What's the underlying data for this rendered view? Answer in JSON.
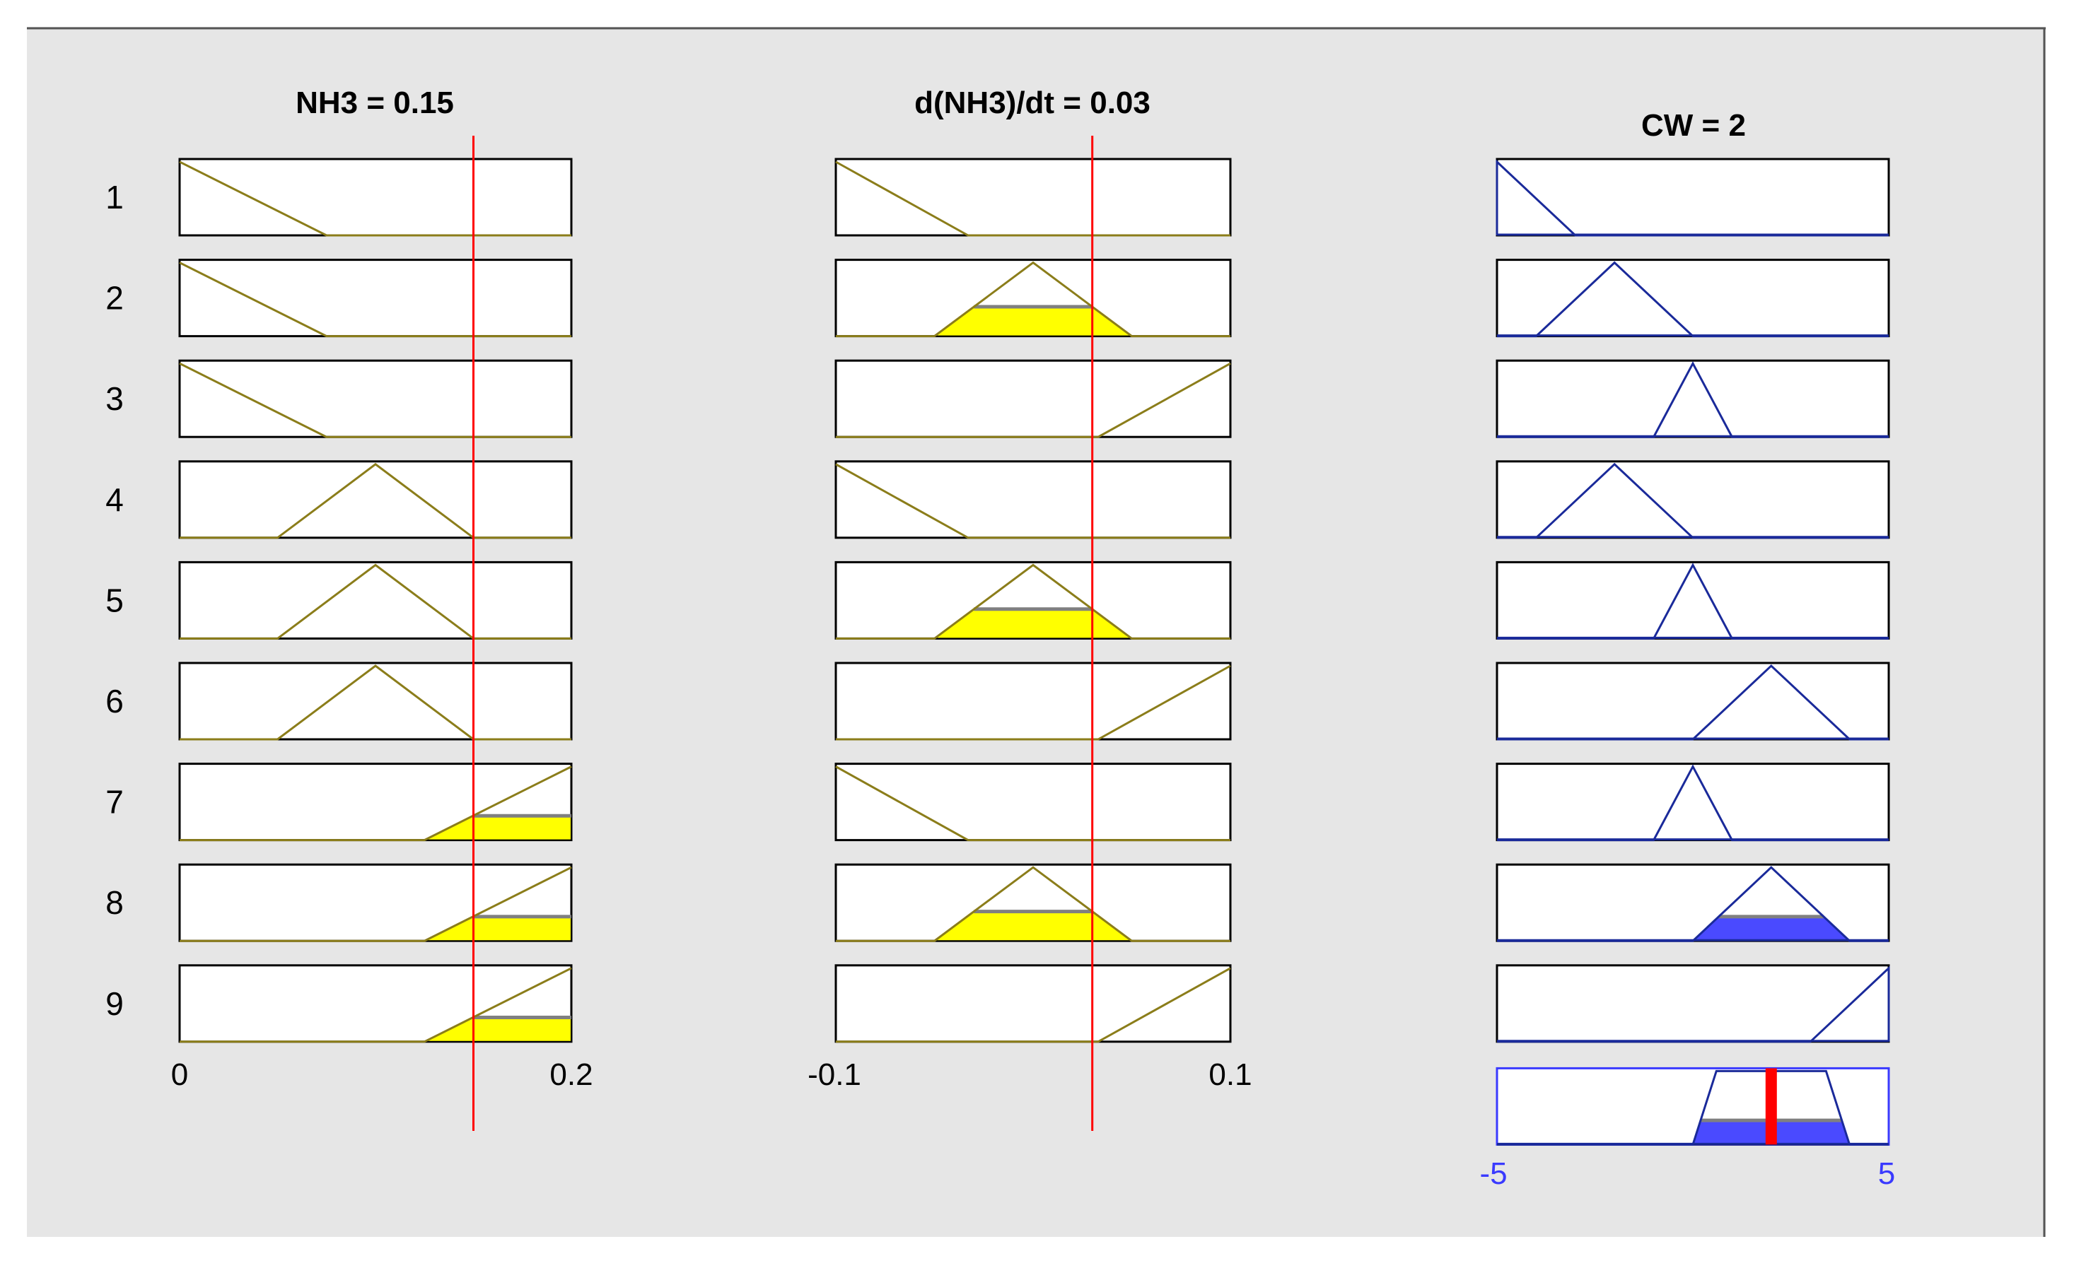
{
  "panels": {
    "input1": {
      "title": "NH3 = 0.15",
      "value": 0.15,
      "range": [
        0,
        0.2
      ],
      "tick_labels": [
        "0",
        "0.2"
      ]
    },
    "input2": {
      "title": "d(NH3)/dt = 0.03",
      "value": 0.03,
      "range": [
        -0.1,
        0.1
      ],
      "tick_labels": [
        "-0.1",
        "0.1"
      ]
    },
    "output": {
      "title": "CW = 2",
      "value": 2,
      "range": [
        -5,
        5
      ],
      "tick_labels": [
        "-5",
        "5"
      ]
    }
  },
  "rule_labels": [
    "1",
    "2",
    "3",
    "4",
    "5",
    "6",
    "7",
    "8",
    "9"
  ],
  "rules": [
    {
      "in1": {
        "shape": "zmf",
        "params": [
          0,
          0.075
        ]
      },
      "in1_fire": 0,
      "in2": {
        "shape": "zmf",
        "params": [
          -0.1,
          -0.033
        ]
      },
      "in2_fire": 0,
      "out": {
        "shape": "tri",
        "params": [
          -5,
          -5,
          -3
        ]
      },
      "out_fire": 0
    },
    {
      "in1": {
        "shape": "zmf",
        "params": [
          0,
          0.075
        ]
      },
      "in1_fire": 0,
      "in2": {
        "shape": "tri",
        "params": [
          -0.05,
          0,
          0.05
        ]
      },
      "in2_fire": 0.4,
      "out": {
        "shape": "tri",
        "params": [
          -4,
          -2,
          0
        ]
      },
      "out_fire": 0
    },
    {
      "in1": {
        "shape": "zmf",
        "params": [
          0,
          0.075
        ]
      },
      "in1_fire": 0,
      "in2": {
        "shape": "smf",
        "params": [
          0.033,
          0.1
        ]
      },
      "in2_fire": 0,
      "out": {
        "shape": "tri",
        "params": [
          -1,
          0,
          1
        ]
      },
      "out_fire": 0
    },
    {
      "in1": {
        "shape": "tri",
        "params": [
          0.05,
          0.1,
          0.15
        ]
      },
      "in1_fire": 0,
      "in2": {
        "shape": "zmf",
        "params": [
          -0.1,
          -0.033
        ]
      },
      "in2_fire": 0,
      "out": {
        "shape": "tri",
        "params": [
          -4,
          -2,
          0
        ]
      },
      "out_fire": 0
    },
    {
      "in1": {
        "shape": "tri",
        "params": [
          0.05,
          0.1,
          0.15
        ]
      },
      "in1_fire": 0,
      "in2": {
        "shape": "tri",
        "params": [
          -0.05,
          0,
          0.05
        ]
      },
      "in2_fire": 0.4,
      "out": {
        "shape": "tri",
        "params": [
          -1,
          0,
          1
        ]
      },
      "out_fire": 0
    },
    {
      "in1": {
        "shape": "tri",
        "params": [
          0.05,
          0.1,
          0.15
        ]
      },
      "in1_fire": 0,
      "in2": {
        "shape": "smf",
        "params": [
          0.033,
          0.1
        ]
      },
      "in2_fire": 0,
      "out": {
        "shape": "tri",
        "params": [
          0,
          2,
          4
        ]
      },
      "out_fire": 0
    },
    {
      "in1": {
        "shape": "smf",
        "params": [
          0.125,
          0.2
        ]
      },
      "in1_fire": 0.33,
      "in2": {
        "shape": "zmf",
        "params": [
          -0.1,
          -0.033
        ]
      },
      "in2_fire": 0,
      "out": {
        "shape": "tri",
        "params": [
          -1,
          0,
          1
        ]
      },
      "out_fire": 0
    },
    {
      "in1": {
        "shape": "smf",
        "params": [
          0.125,
          0.2
        ]
      },
      "in1_fire": 0.33,
      "in2": {
        "shape": "tri",
        "params": [
          -0.05,
          0,
          0.05
        ]
      },
      "in2_fire": 0.4,
      "out": {
        "shape": "tri",
        "params": [
          0,
          2,
          4
        ]
      },
      "out_fire": 0.33
    },
    {
      "in1": {
        "shape": "smf",
        "params": [
          0.125,
          0.2
        ]
      },
      "in1_fire": 0.33,
      "in2": {
        "shape": "smf",
        "params": [
          0.033,
          0.1
        ]
      },
      "in2_fire": 0,
      "out": {
        "shape": "tri",
        "params": [
          3,
          5,
          5
        ]
      },
      "out_fire": 0
    }
  ],
  "aggregate": {
    "shape": "trap",
    "params": [
      0,
      0.6,
      3.4,
      4
    ],
    "level": 0.33
  },
  "colors": {
    "background": "#e6e6e6",
    "input_mf": "#8b7d1a",
    "input_fill": "#ffff00",
    "output_mf": "#1a2a9a",
    "output_fill": "#4a4aff",
    "value_line": "#ff0000",
    "level_line": "#808080",
    "output_axis": "#3a3aff"
  }
}
